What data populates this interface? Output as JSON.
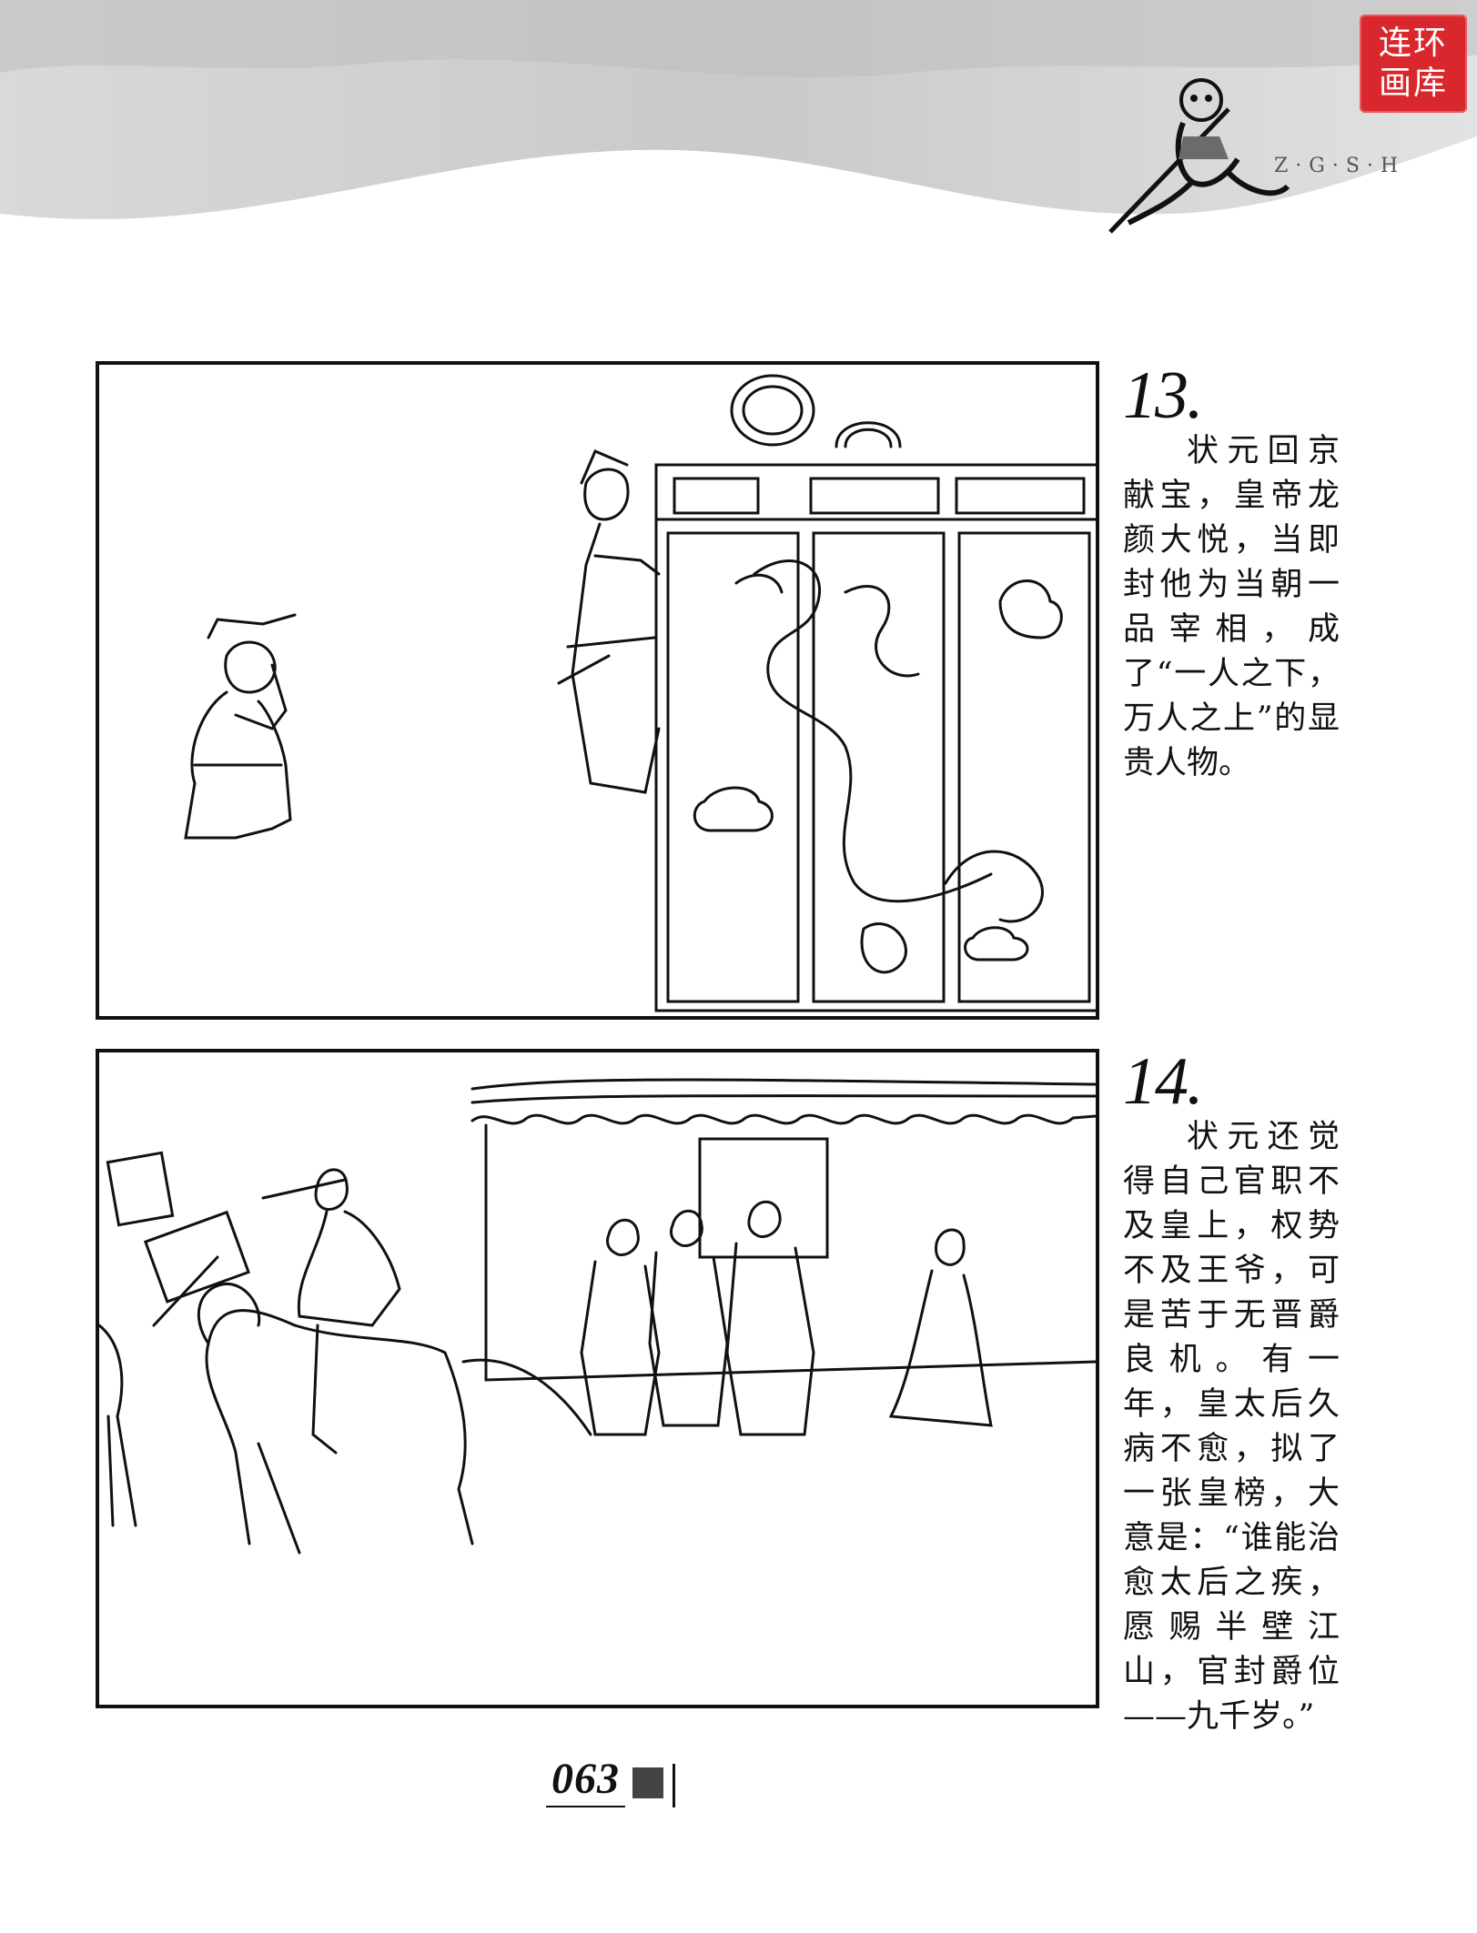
{
  "header": {
    "seal_line1": "连环",
    "seal_line2": "画库",
    "series_code": "Z·G·S·H"
  },
  "panels": [
    {
      "number": "13.",
      "caption": "状元回京献宝，皇帝龙颜大悦，当即封他为当朝一品宰相，成了“一人之下，万人之上”的显贵人物。"
    },
    {
      "number": "14.",
      "caption": "状元还觉得自己官职不及皇上，权势不及王爷，可是苦于无晋爵良机。有一年，皇太后久病不愈，拟了一张皇榜，大意是：“谁能治愈太后之疾，愿赐半壁江山，官封爵位——九千岁。”"
    }
  ],
  "page_number": "063"
}
